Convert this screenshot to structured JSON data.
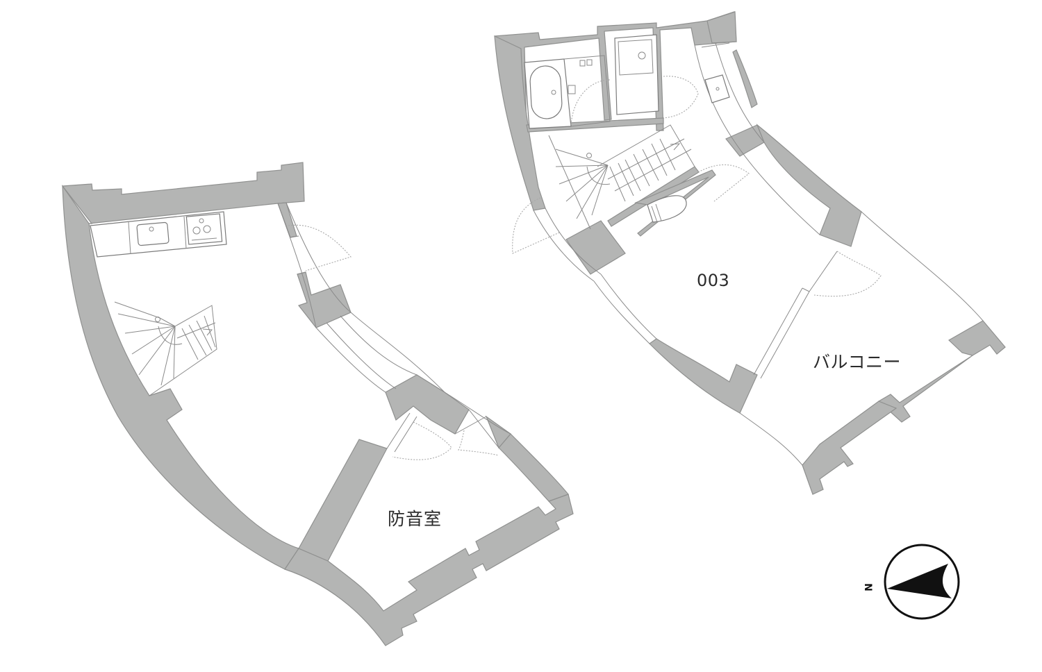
{
  "floor_plan": {
    "left_unit": {
      "rooms": [
        {
          "id": "soundproof-room",
          "label": "防音室"
        }
      ],
      "fixtures": [
        "kitchen-counter",
        "sink",
        "stove",
        "spiral-stair",
        "entry-door",
        "window"
      ]
    },
    "right_unit": {
      "unit_number": "003",
      "rooms": [
        {
          "id": "main-room",
          "label": "003"
        },
        {
          "id": "balcony",
          "label": "バルコニー"
        }
      ],
      "fixtures": [
        "bathtub",
        "washbasin",
        "washing-machine-pan",
        "spiral-stair",
        "toilet",
        "entry-door",
        "balcony-door"
      ]
    },
    "compass": {
      "label": "N",
      "direction": "west-pointing arrow (north to left)"
    },
    "colors": {
      "wall": "#b4b5b4",
      "wall_edge": "#8f908f",
      "line": "#7d7d7d",
      "background": "#ffffff"
    }
  }
}
